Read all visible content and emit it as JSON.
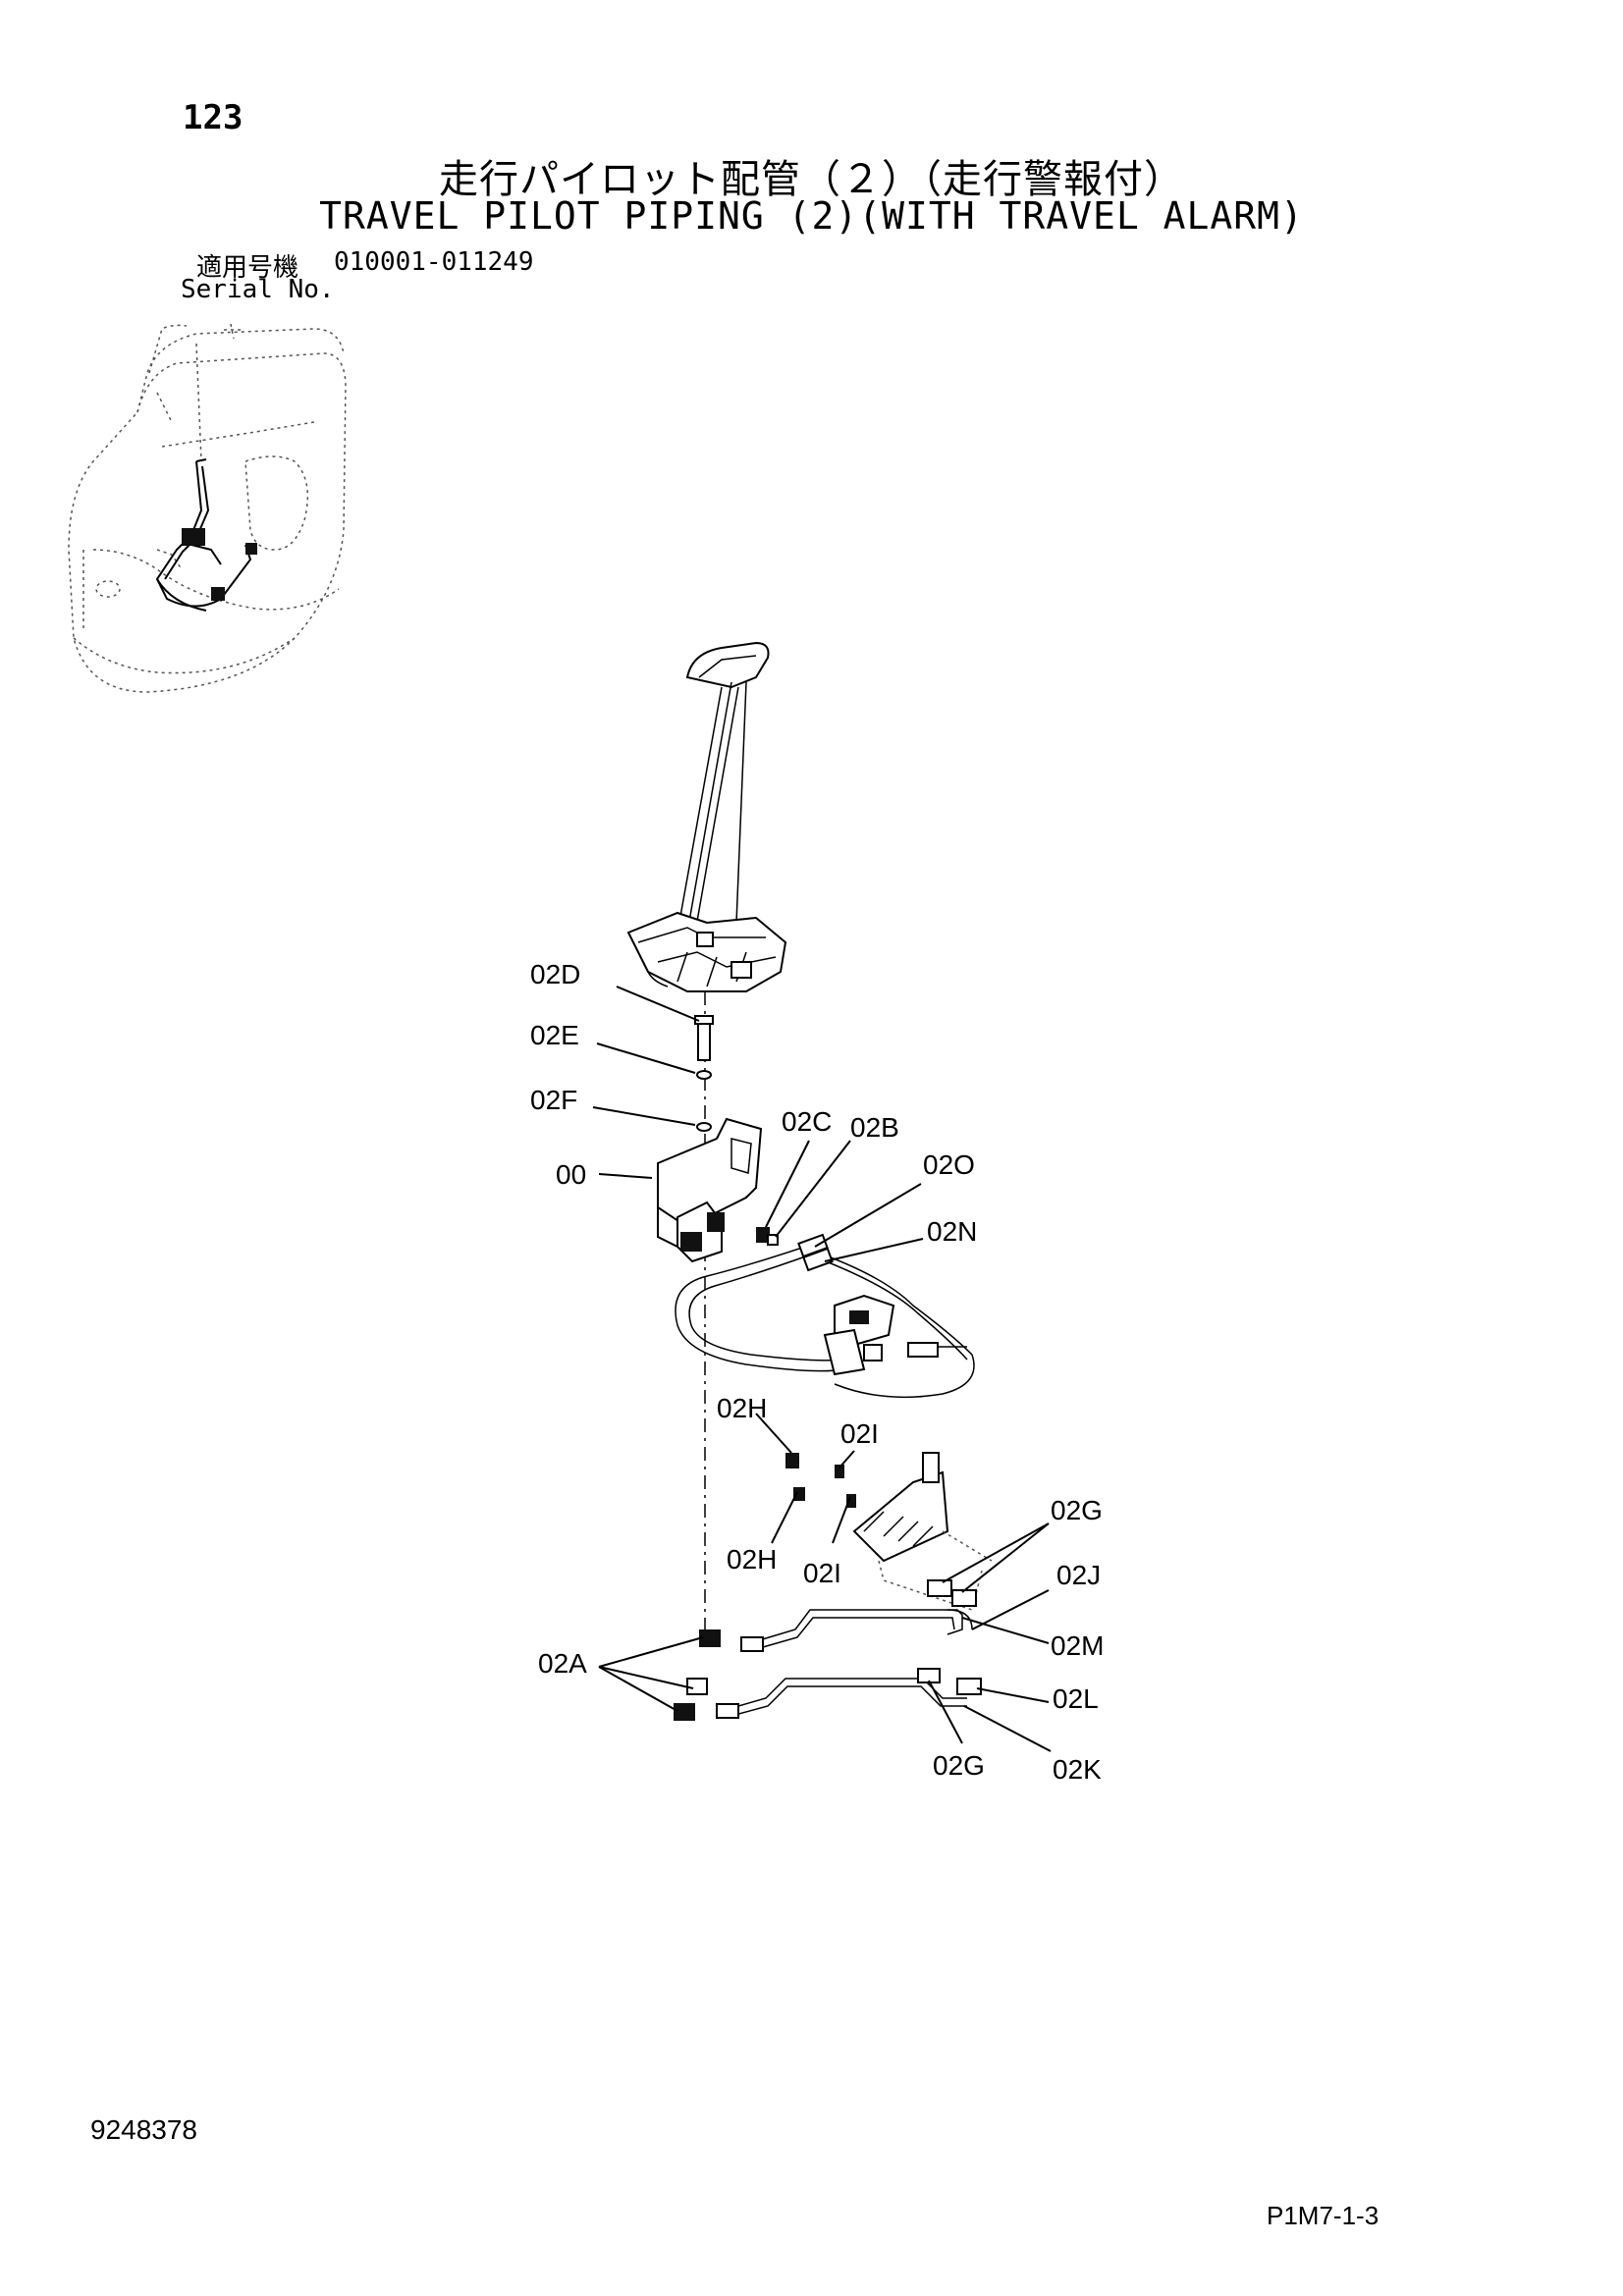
{
  "header": {
    "page_number": "123",
    "title_jp": "走行パイロット配管（２）（走行警報付）",
    "title_en": "TRAVEL PILOT PIPING (2)(WITH TRAVEL ALARM)",
    "serial_label_jp": "適用号機",
    "serial_value": "010001-011249",
    "serial_label_en": "Serial No."
  },
  "callouts": {
    "c02D": "02D",
    "c02E": "02E",
    "c02F": "02F",
    "c00": "00",
    "c02C": "02C",
    "c02B": "02B",
    "c02O": "02O",
    "c02N": "02N",
    "c02H_top": "02H",
    "c02I_top": "02I",
    "c02G_top": "02G",
    "c02H_bottom": "02H",
    "c02I_bottom": "02I",
    "c02J": "02J",
    "c02M": "02M",
    "c02A": "02A",
    "c02L": "02L",
    "c02G_bottom": "02G",
    "c02K": "02K"
  },
  "footer": {
    "doc_number": "9248378",
    "page_code": "P1M7-1-3"
  }
}
